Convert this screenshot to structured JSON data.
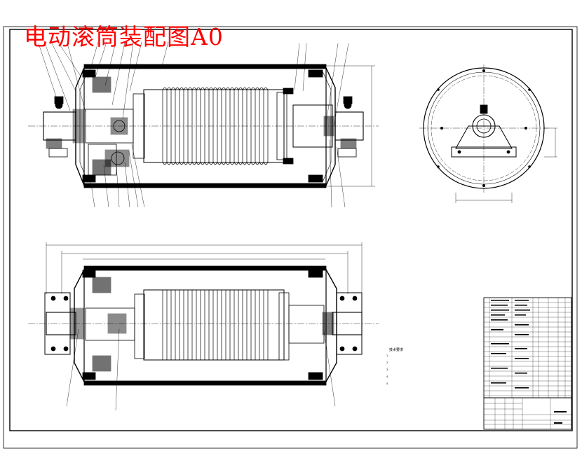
{
  "title": "电动滚筒装配图A0",
  "tech_requirements": {
    "heading": "技术要求",
    "items": [
      "1.",
      "2.",
      "3.",
      "4.",
      "5."
    ]
  },
  "title_block": {
    "drawing_name": "",
    "drawing_number": ""
  },
  "colors": {
    "title": "#ff0000",
    "lines": "#000000",
    "background": "#ffffff"
  }
}
